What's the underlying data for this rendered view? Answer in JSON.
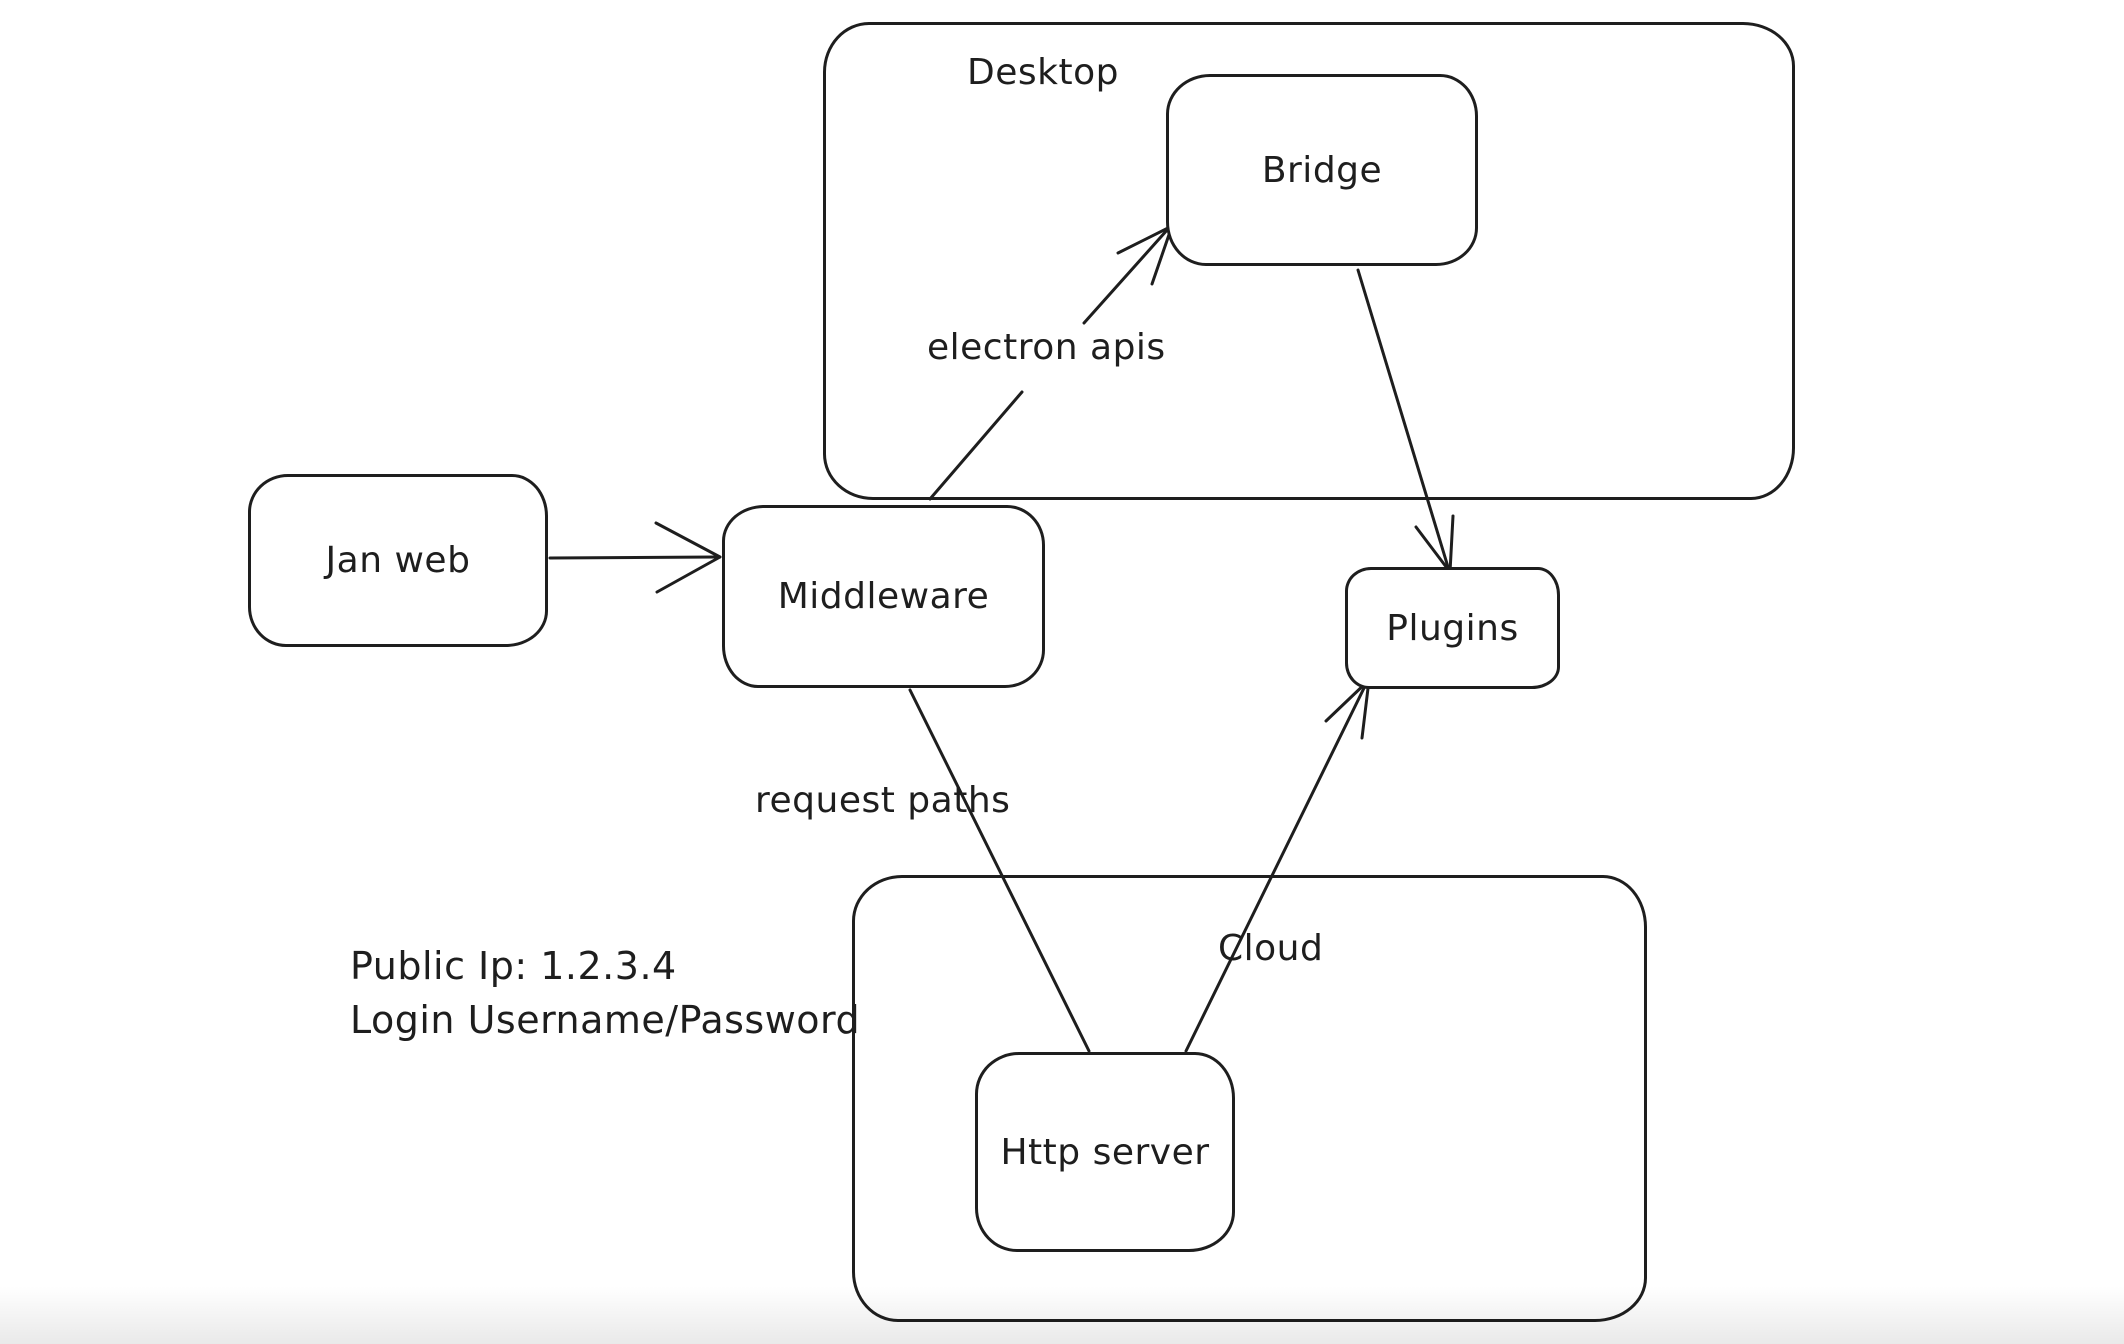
{
  "diagram": {
    "colors": {
      "stroke": "#1e1e1e",
      "canvas": "#ffffff"
    },
    "containers": [
      {
        "id": "desktop",
        "label": "Desktop"
      },
      {
        "id": "cloud",
        "label": "Cloud"
      }
    ],
    "nodes": [
      {
        "id": "jan-web",
        "label": "Jan web"
      },
      {
        "id": "middleware",
        "label": "Middleware"
      },
      {
        "id": "bridge",
        "label": "Bridge"
      },
      {
        "id": "plugins",
        "label": "Plugins"
      },
      {
        "id": "http-server",
        "label": "Http server"
      }
    ],
    "edges": [
      {
        "from": "jan-web",
        "to": "middleware",
        "label": ""
      },
      {
        "from": "middleware",
        "to": "bridge",
        "label": "electron apis"
      },
      {
        "from": "bridge",
        "to": "plugins",
        "label": ""
      },
      {
        "from": "middleware",
        "to": "http-server",
        "label": "request paths"
      },
      {
        "from": "http-server",
        "to": "plugins",
        "label": ""
      }
    ],
    "annotations": [
      "Public Ip: 1.2.3.4",
      "Login Username/Password"
    ]
  }
}
